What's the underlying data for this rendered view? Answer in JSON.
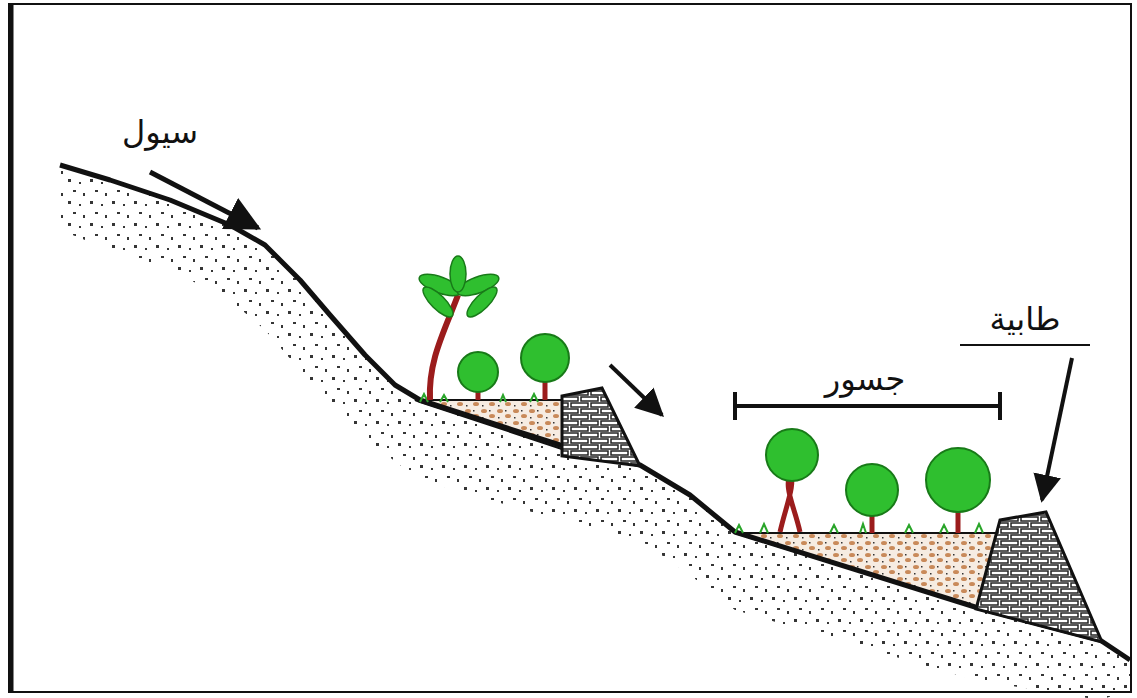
{
  "diagram": {
    "labels": [
      "سيول",
      "جسور",
      "طابية"
    ]
  }
}
